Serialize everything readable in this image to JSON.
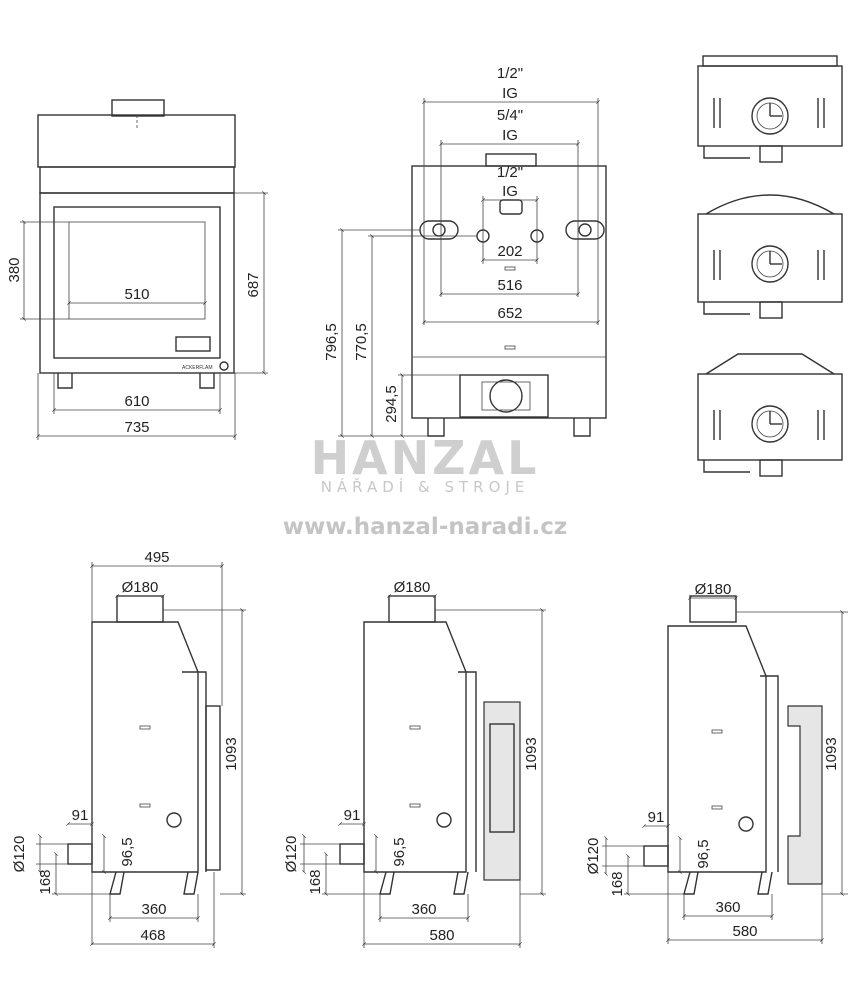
{
  "watermark": {
    "brand": "HANZAL",
    "tagline": "NÁŘADÍ & STROJE",
    "url": "www.hanzal-naradi.cz"
  },
  "front_view": {
    "dims": {
      "opening_width": "510",
      "opening_height": "380",
      "total_height": "687",
      "base_width": "610",
      "total_width": "735"
    },
    "logo_text": "ACKERFLAM"
  },
  "back_view": {
    "dims": {
      "top_outer_pipe": "1/2\"",
      "top_outer_thread": "IG",
      "mid_pipe": "5/4\"",
      "mid_thread": "IG",
      "inner_pipe": "1/2\"",
      "inner_thread": "IG",
      "inner_span": "202",
      "mid_span": "516",
      "outer_span": "652",
      "h1": "796,5",
      "h2": "770,5",
      "h3": "294,5"
    }
  },
  "side_views": [
    {
      "flue": "Ø180",
      "depth_top": "495",
      "height": "1093",
      "pipe_offset": "91",
      "pipe_dia": "Ø120",
      "pipe_height": "168",
      "inner_height": "96,5",
      "legs": "360",
      "base_depth": "468"
    },
    {
      "flue": "Ø180",
      "height": "1093",
      "pipe_offset": "91",
      "pipe_dia": "Ø120",
      "pipe_height": "168",
      "inner_height": "96,5",
      "legs": "360",
      "base_depth": "580"
    },
    {
      "flue": "Ø180",
      "height": "1093",
      "pipe_offset": "91",
      "pipe_dia": "Ø120",
      "pipe_height": "168",
      "inner_height": "96,5",
      "legs": "360",
      "base_depth": "580"
    }
  ]
}
